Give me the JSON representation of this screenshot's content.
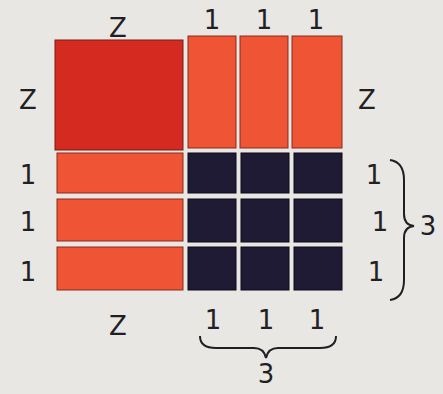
{
  "diagram": {
    "labels": [
      "Z",
      "1",
      "1",
      "1",
      "Z",
      "Z",
      "1",
      "1",
      "1",
      "1",
      "3",
      "1",
      "1",
      "Z",
      "1",
      "1",
      "1",
      "3"
    ]
  }
}
